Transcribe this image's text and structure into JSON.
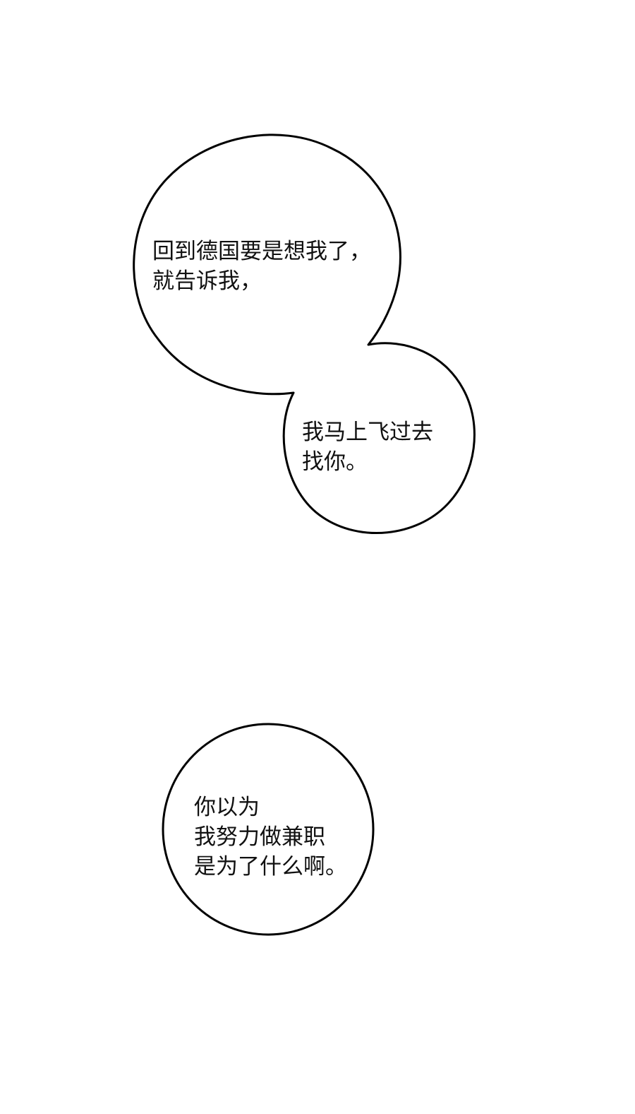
{
  "bubbles": [
    {
      "lines": [
        "回到德国要是想我了，",
        "就告诉我，"
      ]
    },
    {
      "lines": [
        "我马上飞过去",
        "找你。"
      ]
    },
    {
      "lines": [
        "你以为",
        "我努力做兼职",
        "是为了什么啊。"
      ]
    }
  ],
  "colors": {
    "background": "#ffffff",
    "bubble_fill": "#ffffff",
    "bubble_stroke": "#000000",
    "text": "#111111"
  }
}
